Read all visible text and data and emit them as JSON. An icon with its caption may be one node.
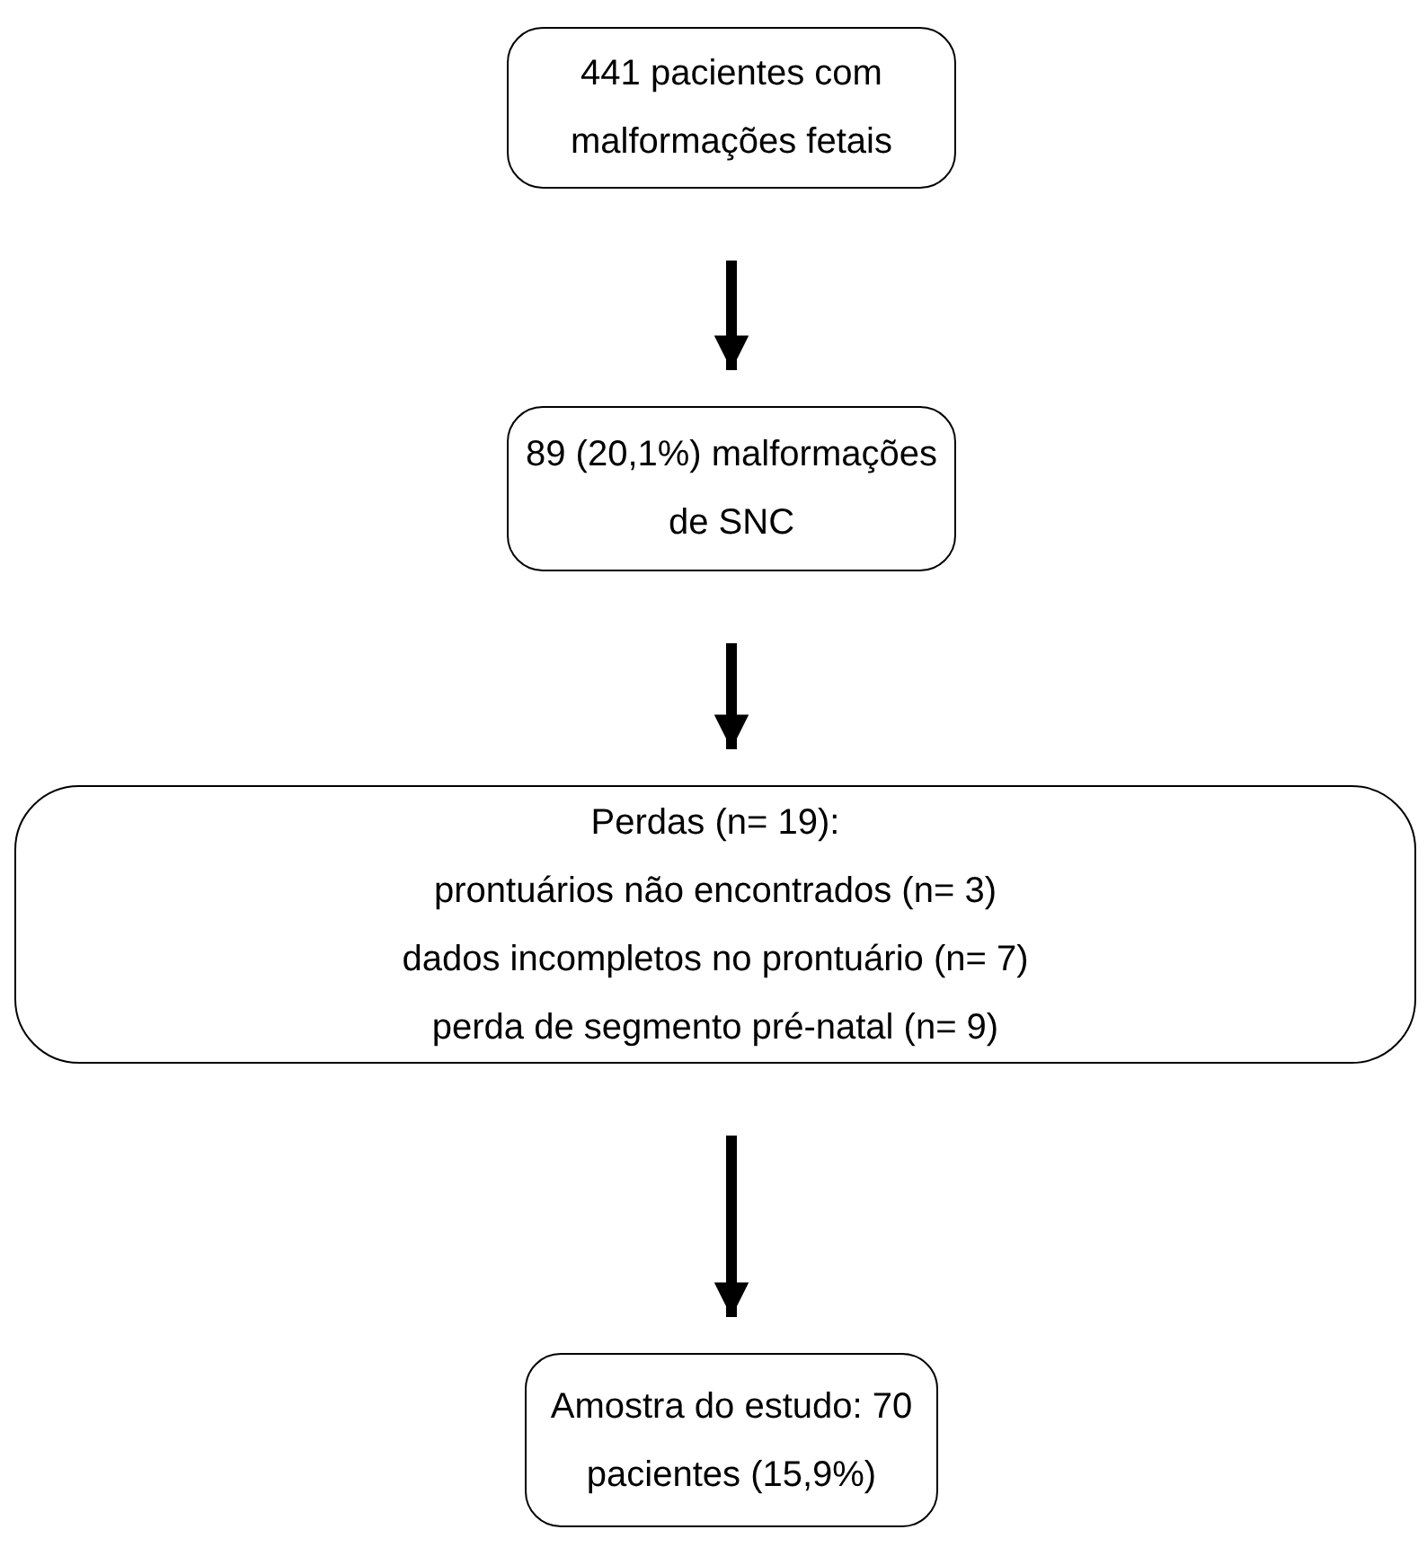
{
  "diagram": {
    "nodes": [
      {
        "text": [
          "441 pacientes com malformações fetais"
        ]
      },
      {
        "text": [
          "89 (20,1%) malformações de SNC"
        ]
      },
      {
        "text": [
          "Perdas (n= 19):",
          "prontuários não encontrados (n= 3)",
          "dados incompletos no prontuário (n= 7)",
          "perda de segmento pré-natal (n= 9)"
        ]
      },
      {
        "text": [
          "Amostra do estudo: 70 pacientes (15,9%)"
        ]
      }
    ],
    "edges": [
      {
        "from": 0,
        "to": 1,
        "arrow": "to"
      },
      {
        "from": 1,
        "to": 2,
        "arrow": "to"
      },
      {
        "from": 2,
        "to": 3,
        "arrow": "to"
      }
    ]
  }
}
